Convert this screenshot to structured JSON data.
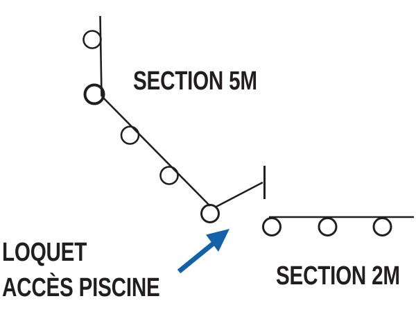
{
  "canvas": {
    "background": "#ffffff"
  },
  "colors": {
    "ink": "#221e1f",
    "accent": "#1262aa"
  },
  "labels": {
    "section_5m": "SECTION 5M",
    "section_2m": "SECTION 2M",
    "latch_line1": "LOQUET",
    "latch_line2": "ACCÈS PISCINE"
  }
}
